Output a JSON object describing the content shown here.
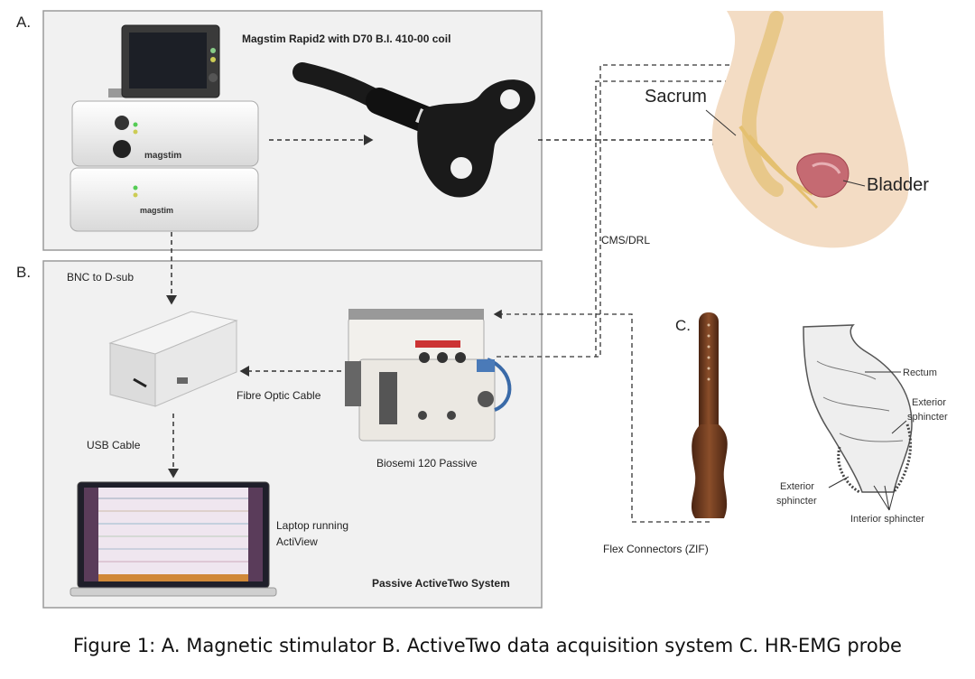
{
  "panels": {
    "a": {
      "label": "A.",
      "title": "Magstim Rapid2 with D70 B.I. 410-00 coil"
    },
    "b": {
      "label": "B.",
      "title": "Passive ActiveTwo System"
    },
    "c": {
      "label": "C."
    }
  },
  "device_brand": "magstim",
  "labels": {
    "bnc": "BNC to D-sub",
    "fibre": "Fibre Optic Cable",
    "usb": "USB Cable",
    "biosemi": "Biosemi 120 Passive",
    "laptop_line1": "Laptop running",
    "laptop_line2": "ActiView",
    "cms": "CMS/DRL",
    "flex": "Flex Connectors (ZIF)",
    "sacrum": "Sacrum",
    "bladder": "Bladder",
    "rectum": "Rectum",
    "exterior_right_1": "Exterior",
    "exterior_right_2": "sphincter",
    "exterior_left_1": "Exterior",
    "exterior_left_2": "sphincter",
    "interior": "Interior sphincter"
  },
  "caption": "Figure 1: A. Magnetic stimulator B. ActiveTwo data acquisition system C. HR-EMG probe",
  "colors": {
    "panel_fill": "#f1f1f1",
    "panel_stroke": "#9a9a9a",
    "arrow": "#333333",
    "probe": "#6b3a1e",
    "skin": "#f3dcc4"
  }
}
